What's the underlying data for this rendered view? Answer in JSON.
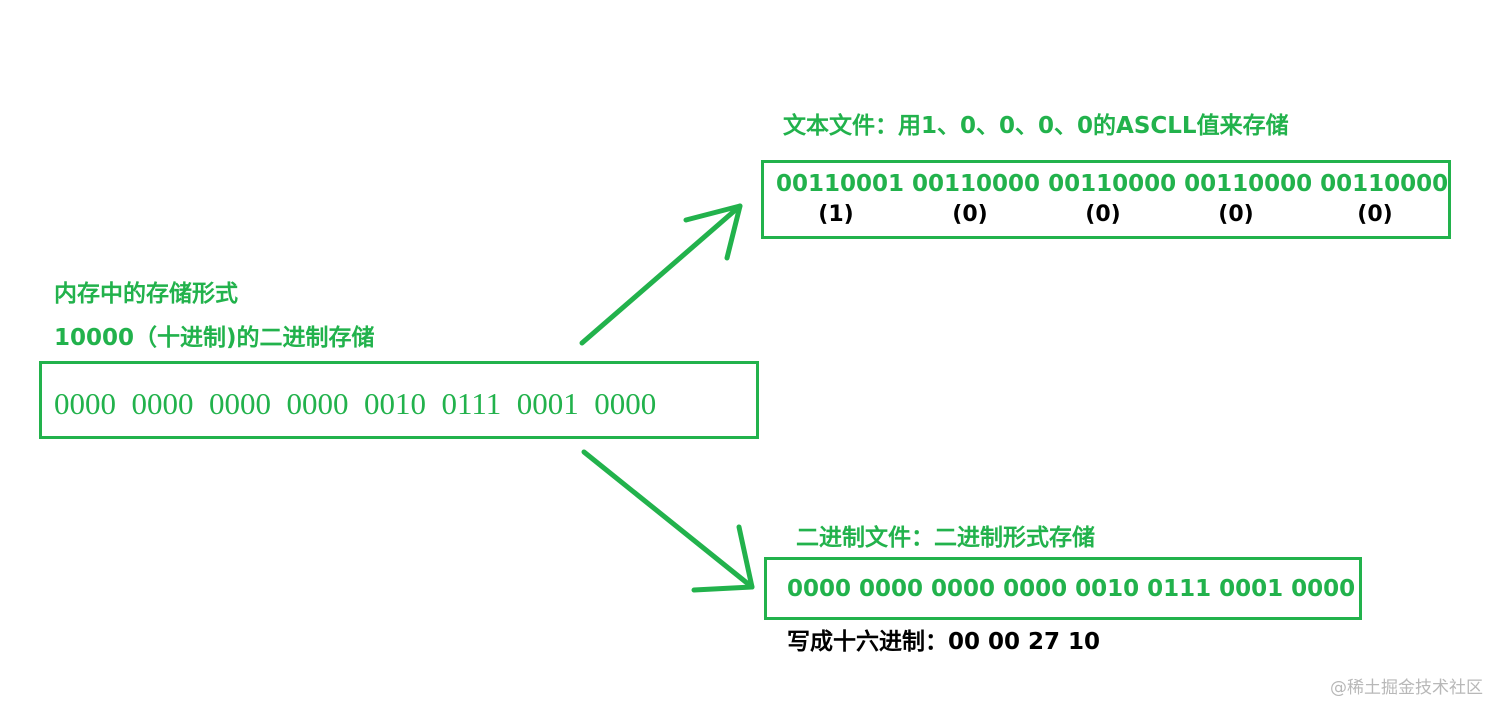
{
  "memory": {
    "title": "内存中的存储形式",
    "subtitle": "10000（十进制)的二进制存储",
    "bits": "0000  0000  0000  0000  0010  0111  0001  0000"
  },
  "text_file": {
    "title": "文本文件：用1、0、0、0、0的ASCLL值来存储",
    "bits": "00110001 00110000 00110000 00110000 00110000",
    "chars": [
      "(1)",
      "(0)",
      "(0)",
      "(0)",
      "(0)"
    ]
  },
  "binary_file": {
    "title": "二进制文件：二进制形式存储",
    "bits": "0000 0000 0000 0000 0010 0111 0001 0000",
    "hex_note": "写成十六进制：00 00 27 10"
  },
  "watermark": "@稀土掘金技术社区",
  "colors": {
    "accent": "#22b24c",
    "text_dark": "#000000",
    "watermark": "#b8b8b8"
  }
}
